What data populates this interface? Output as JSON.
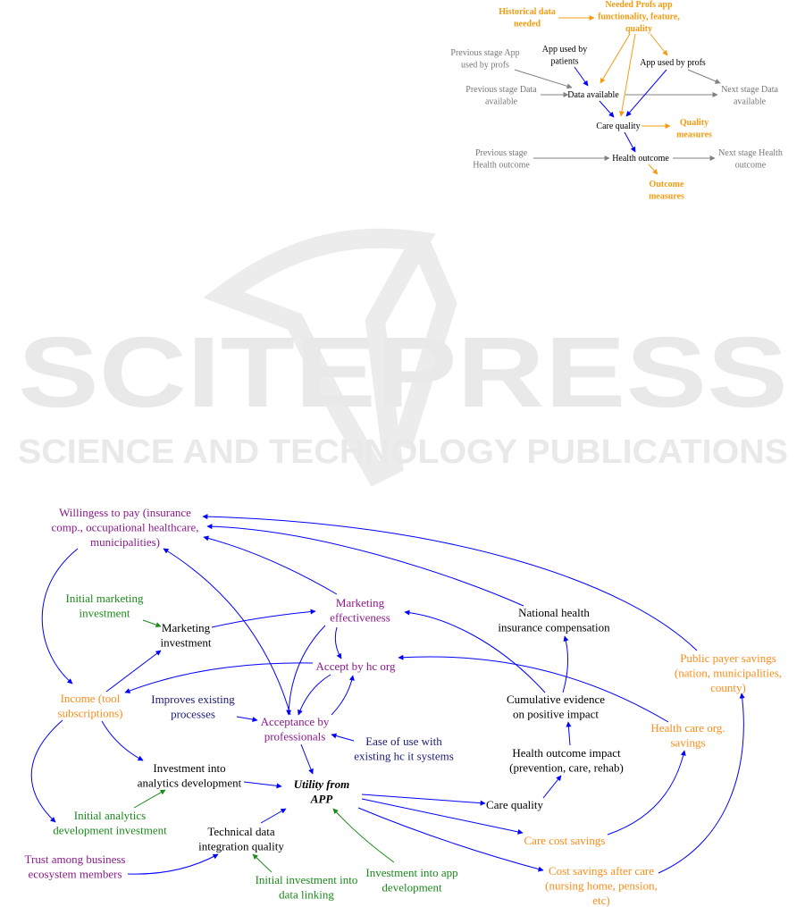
{
  "watermark": {
    "title": "SCITEPRESS",
    "subtitle": "SCIENCE AND TECHNOLOGY PUBLICATIONS"
  },
  "colors": {
    "blue": "#0000ff",
    "gray": "#808080",
    "orange": "#f39c12",
    "green": "#1a8a1a",
    "purple": "#8b1a8b",
    "navy": "#1a1a7a",
    "black": "#000000",
    "orange_text": "#ff8c1a"
  },
  "top_diagram": {
    "nodes": [
      {
        "id": "hist",
        "lines": [
          "Historical data",
          "needed"
        ],
        "color": "#f39c12",
        "style": "b"
      },
      {
        "id": "needed",
        "lines": [
          "Needed Profs app",
          "functionality, feature,",
          "quality"
        ],
        "color": "#f39c12",
        "style": "b"
      },
      {
        "id": "prevapp",
        "lines": [
          "Previous stage App",
          "used by profs"
        ],
        "color": "#777777",
        "style": ""
      },
      {
        "id": "apppat",
        "lines": [
          "App used by",
          "patients"
        ],
        "color": "#000000",
        "style": ""
      },
      {
        "id": "appprof",
        "lines": [
          "App used by profs"
        ],
        "color": "#000000",
        "style": ""
      },
      {
        "id": "prevdata",
        "lines": [
          "Previous stage Data",
          "available"
        ],
        "color": "#777777",
        "style": ""
      },
      {
        "id": "data",
        "lines": [
          "Data available"
        ],
        "color": "#000000",
        "style": ""
      },
      {
        "id": "nextdata",
        "lines": [
          "Next stage Data",
          "available"
        ],
        "color": "#777777",
        "style": ""
      },
      {
        "id": "care",
        "lines": [
          "Care quality"
        ],
        "color": "#000000",
        "style": ""
      },
      {
        "id": "qm",
        "lines": [
          "Quality",
          "measures"
        ],
        "color": "#f39c12",
        "style": "b"
      },
      {
        "id": "prevhealth",
        "lines": [
          "Previous stage",
          "Health outcome"
        ],
        "color": "#777777",
        "style": ""
      },
      {
        "id": "health",
        "lines": [
          "Health outcome"
        ],
        "color": "#000000",
        "style": ""
      },
      {
        "id": "nexthealth",
        "lines": [
          "Next stage Health",
          "outcome"
        ],
        "color": "#777777",
        "style": ""
      },
      {
        "id": "om",
        "lines": [
          "Outcome",
          "measures"
        ],
        "color": "#f39c12",
        "style": "b"
      }
    ]
  },
  "bottom_diagram": {
    "nodes": [
      {
        "id": "wtp",
        "lines": [
          "Willingess to pay (insurance",
          "comp., occupational healthcare,",
          "municipalities)"
        ],
        "color": "#8b1a8b",
        "style": ""
      },
      {
        "id": "imi",
        "lines": [
          "Initial marketing",
          "investment"
        ],
        "color": "#1a8a1a",
        "style": ""
      },
      {
        "id": "mi",
        "lines": [
          "Marketing",
          "investment"
        ],
        "color": "#000000",
        "style": ""
      },
      {
        "id": "me",
        "lines": [
          "Marketing",
          "effectiveness"
        ],
        "color": "#8b1a8b",
        "style": ""
      },
      {
        "id": "nhi",
        "lines": [
          "National health",
          "insurance compensation"
        ],
        "color": "#000000",
        "style": ""
      },
      {
        "id": "ahc",
        "lines": [
          "Accept by hc org"
        ],
        "color": "#8b1a8b",
        "style": ""
      },
      {
        "id": "pps",
        "lines": [
          "Public payer savings",
          "(nation, municipalities,",
          "county)"
        ],
        "color": "#ff8c1a",
        "style": ""
      },
      {
        "id": "inc",
        "lines": [
          "Income (tool",
          "subscriptions)"
        ],
        "color": "#ff8c1a",
        "style": ""
      },
      {
        "id": "imp",
        "lines": [
          "Improves existing",
          "processes"
        ],
        "color": "#1a1a7a",
        "style": ""
      },
      {
        "id": "acc",
        "lines": [
          "Acceptance by",
          "professionals"
        ],
        "color": "#8b1a8b",
        "style": ""
      },
      {
        "id": "cum",
        "lines": [
          "Cumulative evidence",
          "on positive impact"
        ],
        "color": "#000000",
        "style": ""
      },
      {
        "id": "hcs",
        "lines": [
          "Health care org.",
          "savings"
        ],
        "color": "#ff8c1a",
        "style": ""
      },
      {
        "id": "ease",
        "lines": [
          "Ease of use with",
          "existing hc it systems"
        ],
        "color": "#1a1a7a",
        "style": ""
      },
      {
        "id": "hoi",
        "lines": [
          "Health outcome impact",
          "(prevention, care, rehab)"
        ],
        "color": "#000000",
        "style": ""
      },
      {
        "id": "iad",
        "lines": [
          "Investment into",
          "analytics development"
        ],
        "color": "#000000",
        "style": ""
      },
      {
        "id": "util",
        "lines": [
          "Utility from",
          "APP"
        ],
        "color": "#000000",
        "style": "bi"
      },
      {
        "id": "cq",
        "lines": [
          "Care quality"
        ],
        "color": "#000000",
        "style": ""
      },
      {
        "id": "iadi",
        "lines": [
          "Initial analytics",
          "development investment"
        ],
        "color": "#1a8a1a",
        "style": ""
      },
      {
        "id": "tdi",
        "lines": [
          "Technical data",
          "integration quality"
        ],
        "color": "#000000",
        "style": ""
      },
      {
        "id": "ccs",
        "lines": [
          "Care cost savings"
        ],
        "color": "#ff8c1a",
        "style": ""
      },
      {
        "id": "trust",
        "lines": [
          "Trust among business",
          "ecosystem members"
        ],
        "color": "#8b1a8b",
        "style": ""
      },
      {
        "id": "idl",
        "lines": [
          "Initial investment into",
          "data linking"
        ],
        "color": "#1a8a1a",
        "style": ""
      },
      {
        "id": "iapp",
        "lines": [
          "Investment into app",
          "development"
        ],
        "color": "#1a8a1a",
        "style": ""
      },
      {
        "id": "csac",
        "lines": [
          "Cost savings after care",
          "(nursing home, pension,",
          "etc)"
        ],
        "color": "#ff8c1a",
        "style": ""
      }
    ]
  }
}
